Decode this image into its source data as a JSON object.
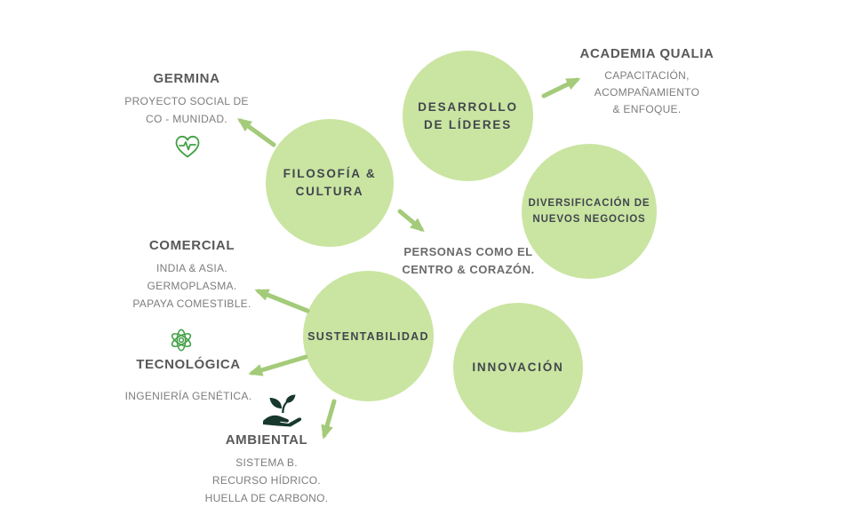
{
  "colors": {
    "background": "#ffffff",
    "circle_fill": "#c9e5a1",
    "arrow": "#a3cb79",
    "heading_text": "#595959",
    "body_text": "#7d7d7d",
    "circle_text": "#42454e",
    "icon_green": "#43a047",
    "icon_dark": "#18382e"
  },
  "circles": [
    {
      "id": "filosofia-cultura",
      "lines": [
        "FILOSOFÍA &",
        "CULTURA"
      ]
    },
    {
      "id": "desarrollo-lideres",
      "lines": [
        "DESARROLLO",
        "DE LÍDERES"
      ]
    },
    {
      "id": "diversificacion-nuevos-negocios",
      "lines": [
        "DIVERSIFICACIÓN DE",
        "NUEVOS NEGOCIOS"
      ]
    },
    {
      "id": "sustentabilidad",
      "lines": [
        "SUSTENTABILIDAD"
      ]
    },
    {
      "id": "innovacion",
      "lines": [
        "INNOVACIÓN"
      ]
    }
  ],
  "labels": {
    "germina": {
      "title": "GERMINA",
      "lines": [
        "PROYECTO SOCIAL DE",
        "CO - MUNIDAD."
      ]
    },
    "academia_qualia": {
      "title": "ACADEMIA QUALIA",
      "lines": [
        "CAPACITACIÓN,",
        "ACOMPAÑAMIENTO",
        "& ENFOQUE."
      ]
    },
    "comercial": {
      "title": "COMERCIAL",
      "lines": [
        "INDIA & ASIA.",
        "GERMOPLASMA.",
        "PAPAYA COMESTIBLE."
      ]
    },
    "tecnologica": {
      "title": "TECNOLÓGICA",
      "lines": [
        "INGENIERÍA GENÉTICA."
      ]
    },
    "ambiental": {
      "title": "AMBIENTAL",
      "lines": [
        "SISTEMA B.",
        "RECURSO HÍDRICO.",
        "HUELLA DE CARBONO."
      ]
    },
    "personas": {
      "lines": [
        "PERSONAS COMO EL",
        "CENTRO & CORAZÓN."
      ]
    }
  },
  "icons": [
    {
      "name": "heart-pulse-icon",
      "color": "#43a047"
    },
    {
      "name": "atom-icon",
      "color": "#43a047"
    },
    {
      "name": "sprout-hand-icon",
      "color": "#18382e"
    }
  ],
  "connections": [
    {
      "from": "filosofia-cultura",
      "to": "germina"
    },
    {
      "from": "desarrollo-lideres",
      "to": "academia_qualia"
    },
    {
      "from": "filosofia-cultura",
      "to": "personas"
    },
    {
      "from": "sustentabilidad",
      "to": "comercial"
    },
    {
      "from": "sustentabilidad",
      "to": "tecnologica"
    },
    {
      "from": "sustentabilidad",
      "to": "ambiental"
    }
  ]
}
